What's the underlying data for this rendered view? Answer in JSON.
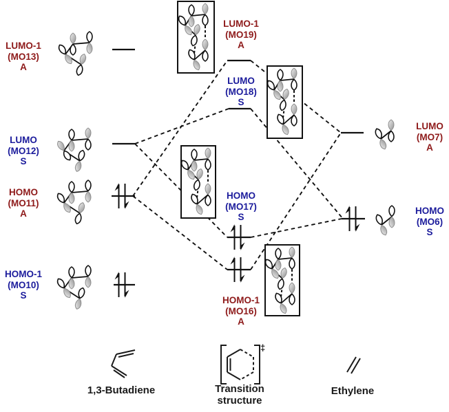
{
  "diagram": {
    "reactant_left": {
      "name": "1,3-Butadiene",
      "levels": [
        {
          "label": "LUMO-1",
          "mo": "(MO13)",
          "symmetry": "A",
          "color": "#8E1A1A",
          "occupied": false
        },
        {
          "label": "LUMO",
          "mo": "(MO12)",
          "symmetry": "S",
          "color": "#1C1C9C",
          "occupied": false
        },
        {
          "label": "HOMO",
          "mo": "(MO11)",
          "symmetry": "A",
          "color": "#8E1A1A",
          "occupied": true
        },
        {
          "label": "HOMO-1",
          "mo": "(MO10)",
          "symmetry": "S",
          "color": "#1C1C9C",
          "occupied": true
        }
      ]
    },
    "transition_structure": {
      "name": "Transition structure",
      "levels": [
        {
          "label": "LUMO-1",
          "mo": "(MO19)",
          "symmetry": "A",
          "color": "#8E1A1A",
          "occupied": false
        },
        {
          "label": "LUMO",
          "mo": "(MO18)",
          "symmetry": "S",
          "color": "#1C1C9C",
          "occupied": false
        },
        {
          "label": "HOMO",
          "mo": "(MO17)",
          "symmetry": "S",
          "color": "#1C1C9C",
          "occupied": true
        },
        {
          "label": "HOMO-1",
          "mo": "(MO16)",
          "symmetry": "A",
          "color": "#8E1A1A",
          "occupied": true
        }
      ]
    },
    "reactant_right": {
      "name": "Ethylene",
      "levels": [
        {
          "label": "LUMO",
          "mo": "(MO7)",
          "symmetry": "A",
          "color": "#8E1A1A",
          "occupied": false
        },
        {
          "label": "HOMO",
          "mo": "(MO6)",
          "symmetry": "S",
          "color": "#1C1C9C",
          "occupied": true
        }
      ]
    }
  },
  "footer": {
    "left_molecule": "1,3-Butadiene",
    "center_molecule_line1": "Transition",
    "center_molecule_line2": "structure",
    "right_molecule": "Ethylene",
    "transition_state_symbol": "‡"
  },
  "colors": {
    "symmetric_blue": "#1C1C9C",
    "antisymmetric_red": "#8E1A1A",
    "line_black": "#111111"
  }
}
